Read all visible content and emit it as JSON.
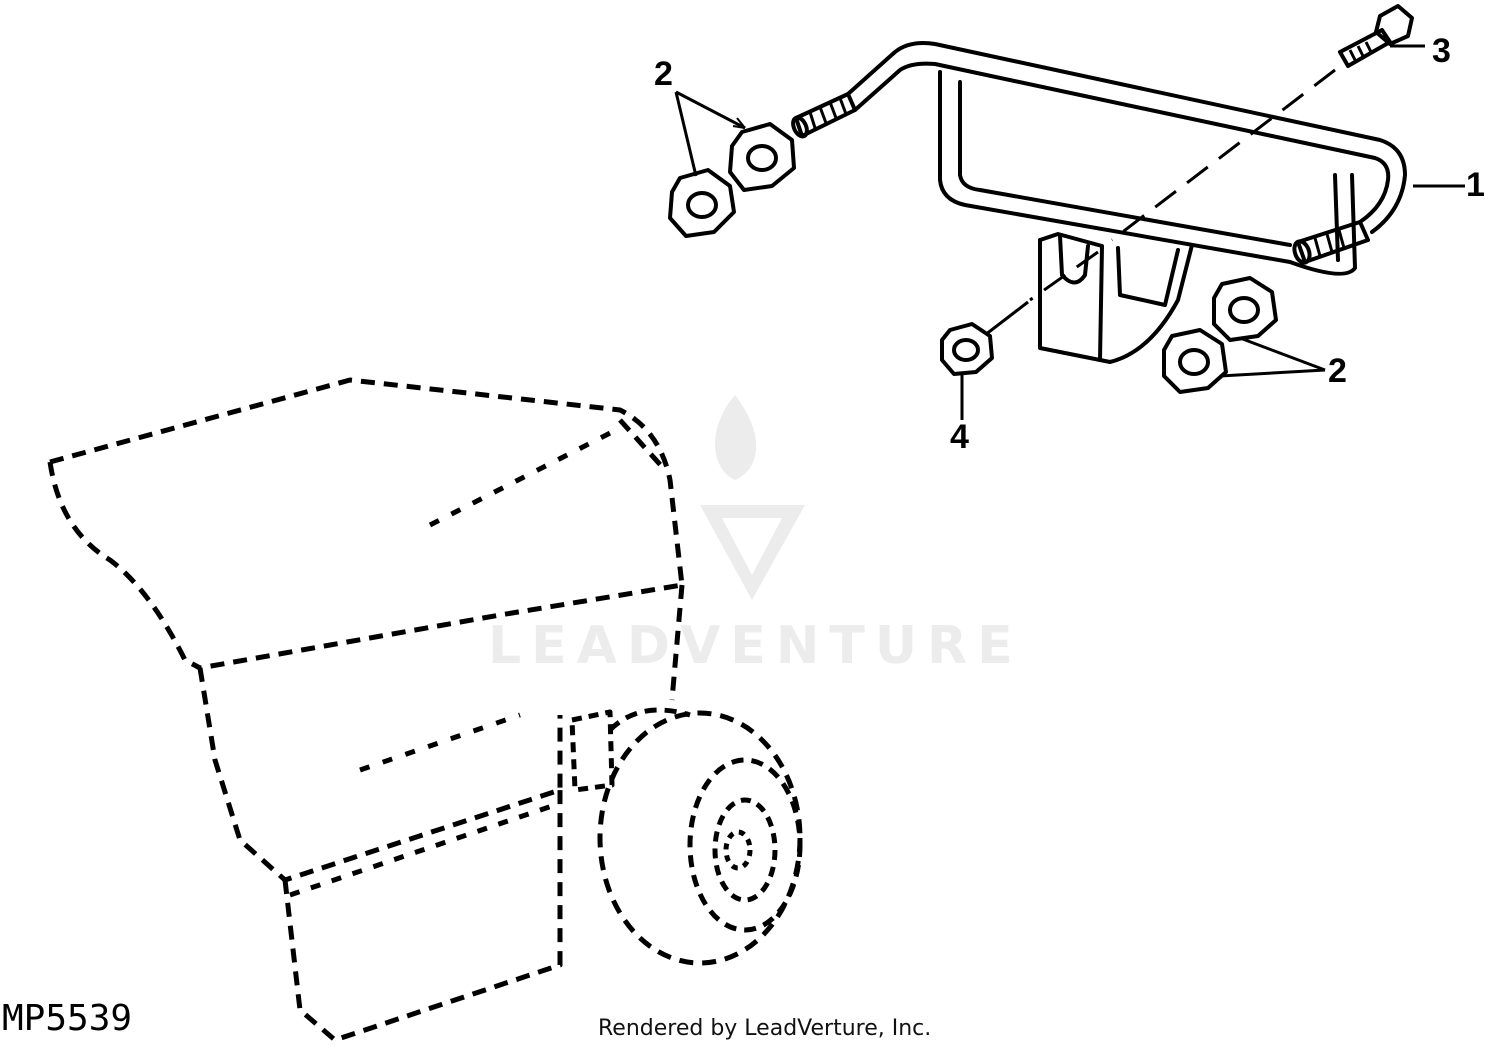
{
  "callouts": {
    "c1": "1",
    "c2_upper": "2",
    "c2_lower": "2",
    "c3": "3",
    "c4": "4"
  },
  "drawing_id": "MP5539",
  "render_credit": "Rendered by LeadVerture, Inc.",
  "watermark": "LEADVENTURE",
  "colors": {
    "line": "#000000",
    "background": "#ffffff",
    "watermark": "#e6e6e6"
  }
}
